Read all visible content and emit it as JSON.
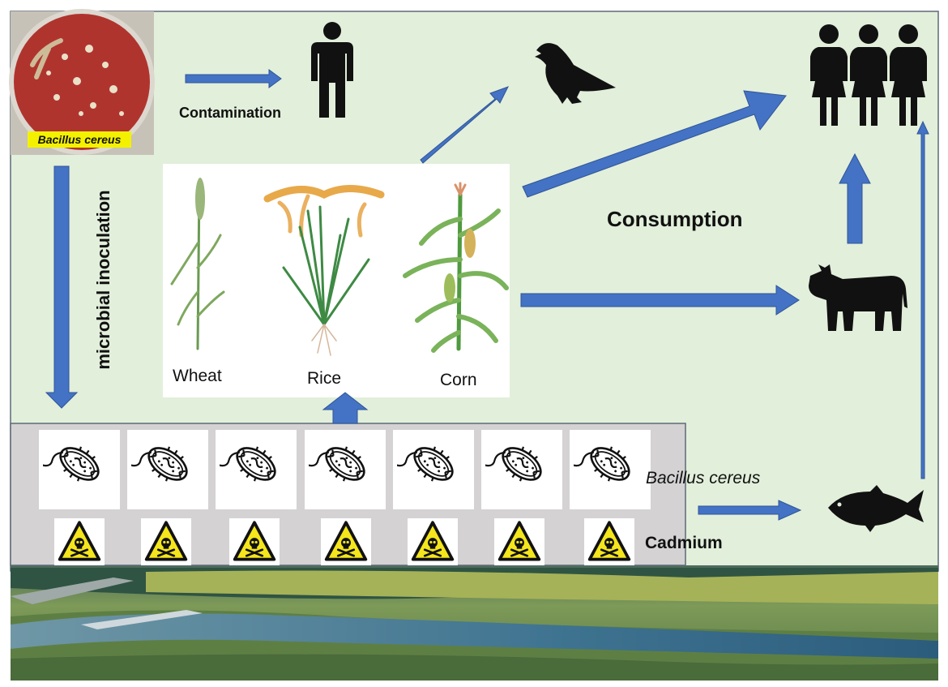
{
  "labels": {
    "plate": "Bacillus cereus",
    "contamination": "Contamination",
    "inoculation": "microbial inoculation",
    "consumption": "Consumption",
    "wheat": "Wheat",
    "rice": "Rice",
    "corn": "Corn",
    "bacillus": "Bacillus cereus",
    "cadmium": "Cadmium"
  },
  "colors": {
    "background": "#e2efdb",
    "arrow": "#4472c4",
    "plate_label": "#f4f100",
    "agar": "#b0342e",
    "tray": "#d4d2d3",
    "hazard": "#f4e51c",
    "silhouette": "#111111"
  },
  "icons": [
    "petri-dish-icon",
    "person-icon",
    "bird-icon",
    "people-group-icon",
    "cow-icon",
    "fish-icon",
    "bacterium-icon",
    "toxic-hazard-icon",
    "wheat-plant-icon",
    "rice-plant-icon",
    "corn-plant-icon"
  ]
}
